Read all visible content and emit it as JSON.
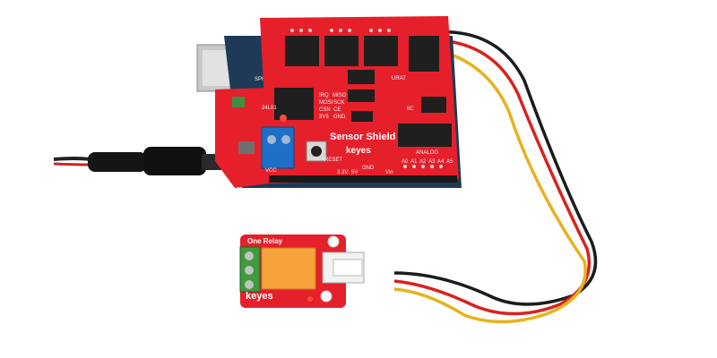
{
  "shield": {
    "title": "Sensor Shield",
    "brand": "keyes",
    "labels": {
      "urat": "URAT",
      "iic": "IIC",
      "analog": "ANALOG",
      "reset": "RESET",
      "gnd": "GND",
      "vcc": "VCC",
      "vin": "Vin",
      "v33": "3.3V",
      "v5": "5V",
      "spi": "SPI",
      "num2401": "24L01",
      "pins_irq": "IRQ",
      "pins_miso": "MISO",
      "pins_mosi": "MOSI",
      "pins_sck": "SCK",
      "pins_csn": "CSN",
      "pins_ce": "CE",
      "pins_3v3": "3V3",
      "pins_gnd": "GND",
      "a0": "A0",
      "a1": "A1",
      "a2": "A2",
      "a3": "A3",
      "a4": "A4",
      "a5": "A5"
    }
  },
  "relay": {
    "title": "One Relay",
    "brand": "keyes"
  },
  "colors": {
    "board_red": "#e5202b",
    "relay_orange": "#f5a33a",
    "terminal_blue": "#1e6fc7",
    "terminal_green": "#3f9b3c",
    "wire_black": "#1c1c1c",
    "wire_red": "#d8231f",
    "wire_yellow": "#e6b21e"
  }
}
